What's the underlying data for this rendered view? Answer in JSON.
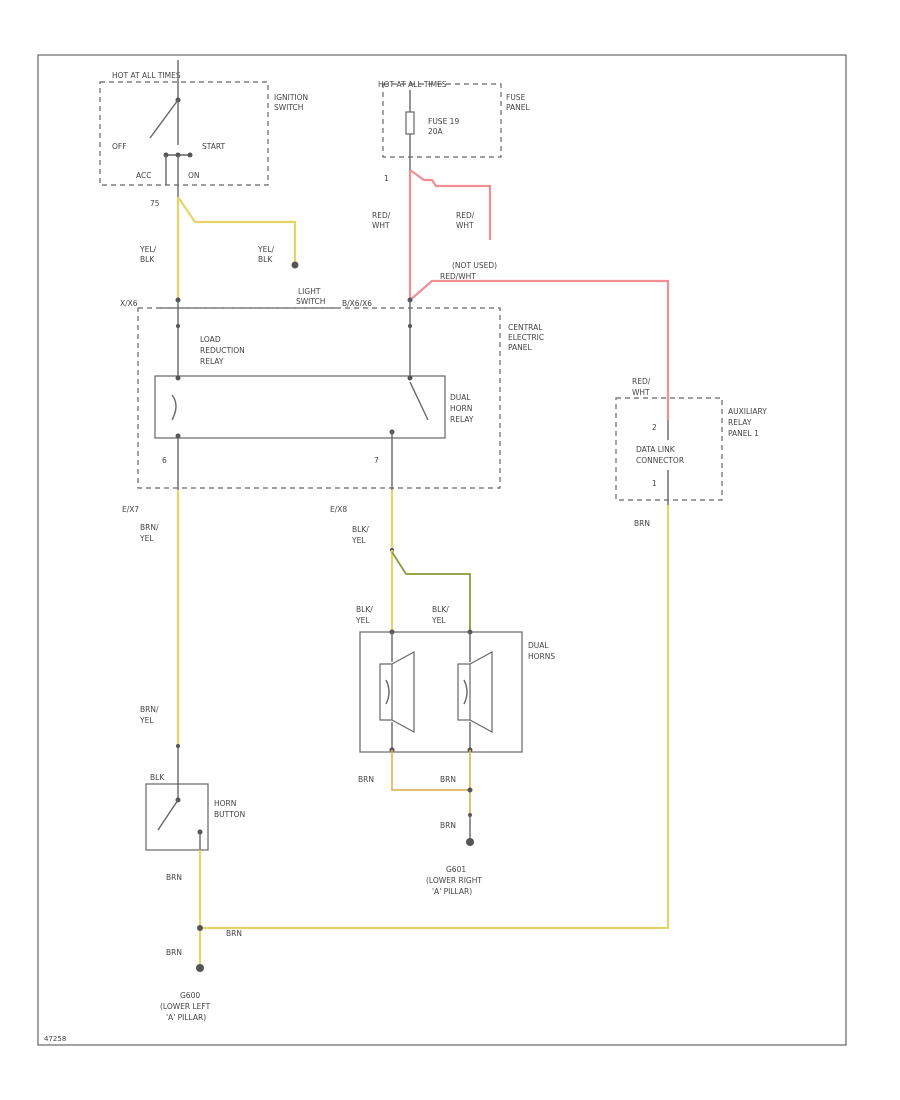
{
  "labels": {
    "hot_at_all_times": "HOT AT ALL TIMES",
    "ignition_switch": [
      "IGNITION",
      "SWITCH"
    ],
    "off": "OFF",
    "start": "START",
    "acc": "ACC",
    "on": "ON",
    "hot_fuse": "HOT AT ALL TIMES",
    "fuse": [
      "FUSE 19",
      "20A"
    ],
    "fuse_panel": [
      "FUSE",
      "PANEL"
    ],
    "t75": "75",
    "t_one": "1",
    "yel_blk_1": [
      "YEL/",
      "BLK"
    ],
    "yel_blk_2": [
      "YEL/",
      "BLK"
    ],
    "red_wht_1": [
      "RED/",
      "WHT"
    ],
    "red_wht_2": [
      "RED/",
      "WHT"
    ],
    "red_wht_3": [
      "RED/",
      "WHT"
    ],
    "not_used": [
      "(NOT USED)",
      "RED/WHT"
    ],
    "light_switch": [
      "LIGHT",
      "SWITCH"
    ],
    "x_left": "X/X6",
    "x_right": "B/X6/X6",
    "central_panel": [
      "CENTRAL",
      "ELECTRIC",
      "PANEL"
    ],
    "load_relay": [
      "LOAD",
      "REDUCTION",
      "RELAY"
    ],
    "dual_horn_relay": [
      "DUAL",
      "HORN",
      "RELAY"
    ],
    "t6": "6",
    "t7": "7",
    "e_left": "E/X7",
    "e_right": "E/X8",
    "aux_panel": [
      "AUXILIARY",
      "RELAY",
      "PANEL 1"
    ],
    "data_link": [
      "DATA LINK",
      "CONNECTOR"
    ],
    "pin2": "2",
    "pin1": "1",
    "brn_aux": "BRN",
    "brn_yel_1": [
      "BRN/",
      "YEL"
    ],
    "brn_yel_2": [
      "BRN/",
      "YEL"
    ],
    "blk_yel_1": [
      "BLK/",
      "YEL"
    ],
    "blk_yel_2": [
      "BLK/",
      "YEL"
    ],
    "blk_yel_3": [
      "BLK/",
      "YEL"
    ],
    "dual_horns": [
      "DUAL",
      "HORNS"
    ],
    "blk_horn": "BLK",
    "horn_button": [
      "HORN",
      "BUTTON"
    ],
    "brn_h1": "BRN",
    "brn_h2": "BRN",
    "brn_h3": "BRN",
    "brn_1": "BRN",
    "brn_2": "BRN",
    "brn_3": "BRN",
    "g_right": [
      "G601",
      "(LOWER RIGHT",
      "'A' PILLAR)"
    ],
    "g_left": [
      "G600",
      "(LOWER LEFT",
      "'A' PILLAR)"
    ],
    "fig_id": "47258"
  }
}
